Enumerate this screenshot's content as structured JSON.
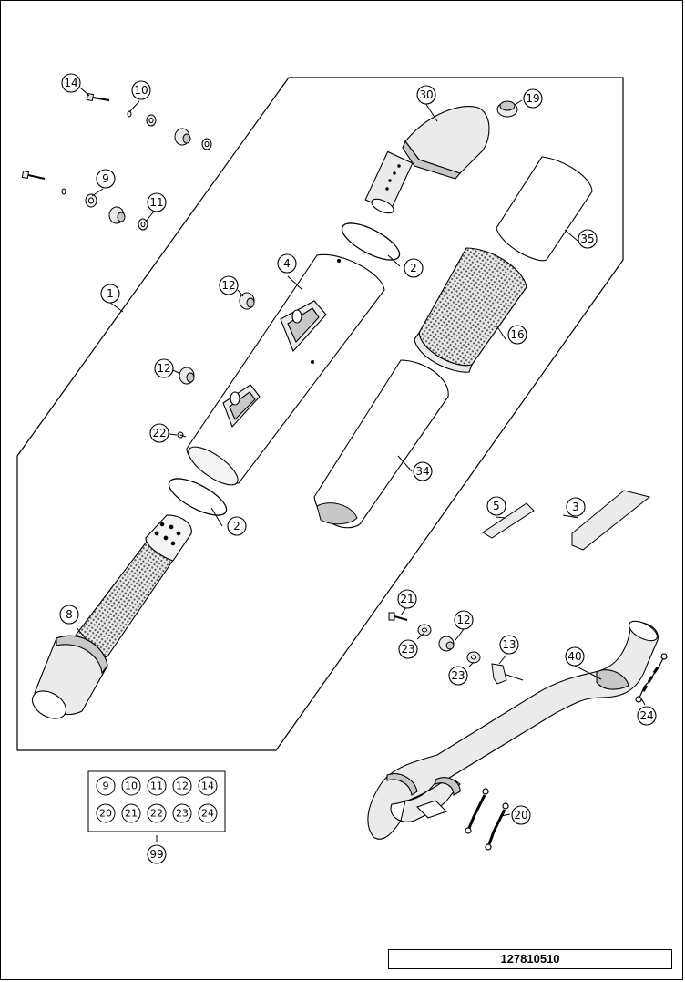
{
  "drawing_number": "127810510",
  "callouts": {
    "c14": "14",
    "c10": "10",
    "c9": "9",
    "c11": "11",
    "c1": "1",
    "c12a": "12",
    "c12b": "12",
    "c22": "22",
    "c8": "8",
    "c30": "30",
    "c19": "19",
    "c2a": "2",
    "c2b": "2",
    "c35": "35",
    "c4": "4",
    "c16": "16",
    "c34": "34",
    "c5": "5",
    "c3": "3",
    "c21": "21",
    "c12c": "12",
    "c23a": "23",
    "c13": "13",
    "c23b": "23",
    "c40": "40",
    "c24": "24",
    "c20": "20",
    "c99": "99"
  },
  "kit": {
    "row1": [
      "9",
      "10",
      "11",
      "12",
      "14"
    ],
    "row2": [
      "20",
      "21",
      "22",
      "23",
      "24"
    ]
  },
  "colors": {
    "line": "#000000",
    "part_fill": "#ebebeb",
    "shade": "#c8c8c8",
    "mesh": "#555555"
  }
}
